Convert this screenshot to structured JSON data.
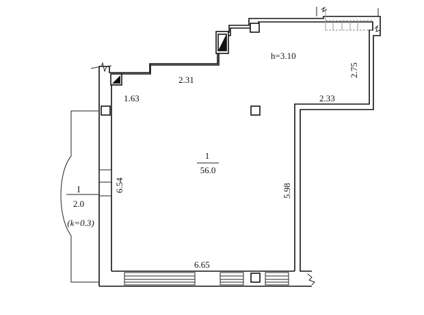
{
  "room": {
    "number": "1",
    "area": "56.0"
  },
  "balcony": {
    "number": "I",
    "area": "2.0",
    "coefficient": "(k=0.3)"
  },
  "ceiling_height": "h=3.10",
  "dimensions": {
    "top_left_step": "1.63",
    "top_mid_step": "2.31",
    "right_upper": "2.75",
    "right_step": "2.33",
    "right_lower": "5.98",
    "left": "6.54",
    "bottom": "6.65"
  }
}
